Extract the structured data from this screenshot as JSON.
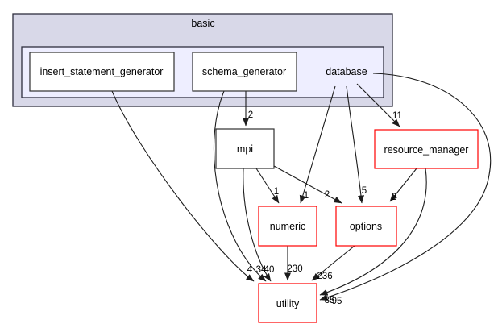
{
  "diagram_type": "directory-dependency-graph",
  "clusters": {
    "outer": {
      "label": "basic",
      "fill": "#d8d8e8"
    },
    "inner": {
      "fill": "#eeeeff"
    }
  },
  "nodes": {
    "insert_statement_generator": {
      "label": "insert_statement_generator",
      "border": "#303030"
    },
    "schema_generator": {
      "label": "schema_generator",
      "border": "#303030"
    },
    "database": {
      "label": "database"
    },
    "mpi": {
      "label": "mpi",
      "border": "#303030"
    },
    "resource_manager": {
      "label": "resource_manager",
      "border": "#ff0000"
    },
    "numeric": {
      "label": "numeric",
      "border": "#ff0000"
    },
    "options": {
      "label": "options",
      "border": "#ff0000"
    },
    "utility": {
      "label": "utility",
      "border": "#ff0000"
    }
  },
  "edges": [
    {
      "from": "schema_generator",
      "to": "mpi",
      "count": "2"
    },
    {
      "from": "database",
      "to": "resource_manager",
      "count": "11"
    },
    {
      "from": "mpi",
      "to": "numeric",
      "count": "1"
    },
    {
      "from": "database",
      "to": "numeric",
      "count": "1"
    },
    {
      "from": "mpi",
      "to": "options",
      "count": "2"
    },
    {
      "from": "database",
      "to": "options",
      "count": "5"
    },
    {
      "from": "resource_manager",
      "to": "options",
      "count": "2"
    },
    {
      "from": "insert_statement_generator",
      "to": "utility",
      "count": "4"
    },
    {
      "from": "schema_generator",
      "to": "utility",
      "count": "34"
    },
    {
      "from": "mpi",
      "to": "utility",
      "count": "40"
    },
    {
      "from": "numeric",
      "to": "utility",
      "count": "230"
    },
    {
      "from": "options",
      "to": "utility",
      "count": "236"
    },
    {
      "from": "resource_manager",
      "to": "utility",
      "count": "85"
    },
    {
      "from": "database",
      "to": "utility",
      "count": "95"
    }
  ],
  "colors": {
    "background": "#ffffff",
    "outer_cluster_fill": "#d8d8e8",
    "inner_cluster_fill": "#eeeeff",
    "cluster_border": "#2e2e3e",
    "node_fill": "#ffffff",
    "default_node_border": "#303030",
    "flagged_node_border": "#ff0000",
    "edge_color": "#1c1c1c",
    "text_color": "#000000"
  }
}
